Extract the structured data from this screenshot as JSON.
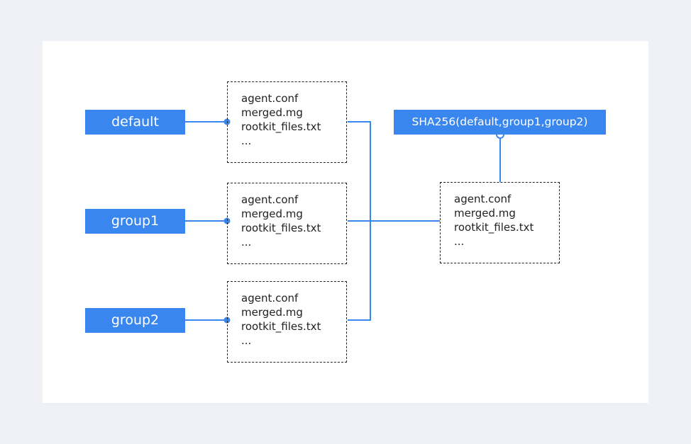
{
  "groups": [
    {
      "label": "default"
    },
    {
      "label": "group1"
    },
    {
      "label": "group2"
    }
  ],
  "group_files": [
    [
      "agent.conf",
      "merged.mg",
      "rootkit_files.txt",
      "..."
    ],
    [
      "agent.conf",
      "merged.mg",
      "rootkit_files.txt",
      "..."
    ],
    [
      "agent.conf",
      "merged.mg",
      "rootkit_files.txt",
      "..."
    ]
  ],
  "merged_files": [
    "agent.conf",
    "merged.mg",
    "rootkit_files.txt",
    "..."
  ],
  "hash_label": "SHA256(default,group1,group2)",
  "colors": {
    "accent": "#3a86ef",
    "page_bg": "#eff1f6",
    "canvas_bg": "#ffffff",
    "text": "#222222"
  }
}
